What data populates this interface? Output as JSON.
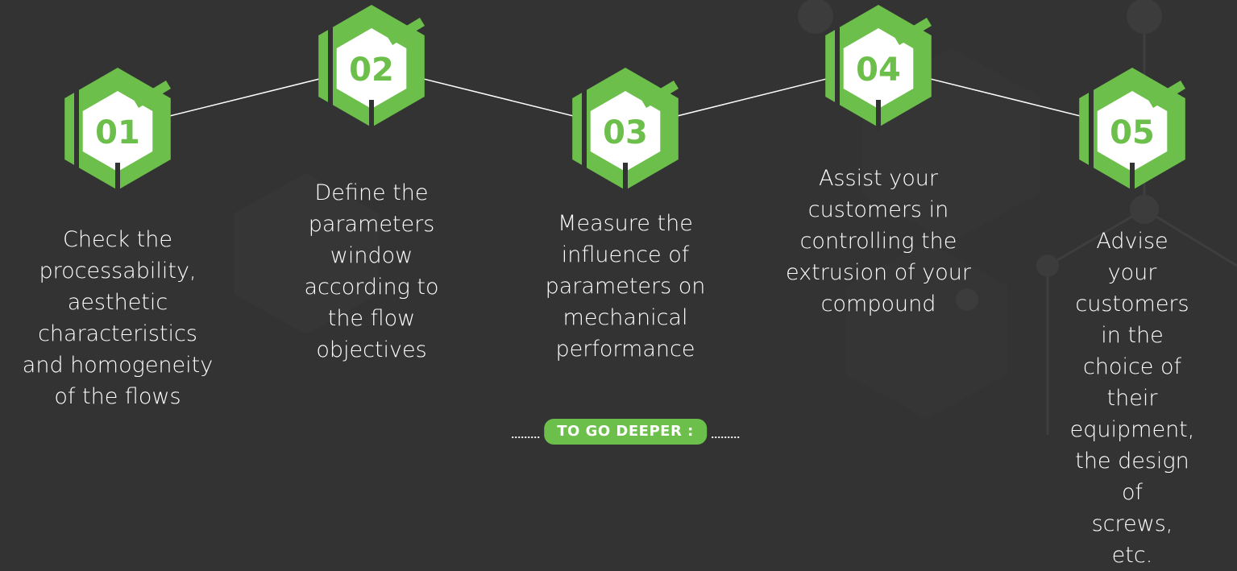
{
  "steps": [
    {
      "number": "01",
      "text": "Check the\nprocessability,\naesthetic\ncharacteristics\nand homogeneity\nof the flows"
    },
    {
      "number": "02",
      "text": "Define the\nparameters\nwindow\naccording to\nthe flow\nobjectives"
    },
    {
      "number": "03",
      "text": "Measure the\ninfluence of\nparameters on\nmechanical\nperformance"
    },
    {
      "number": "04",
      "text": "Assist your\ncustomers in\ncontrolling the\nextrusion of your\ncompound"
    },
    {
      "number": "05",
      "text": "Advise your\ncustomers in the\nchoice of their\nequipment,\nthe design of\nscrews, etc."
    }
  ],
  "footer": {
    "label": "TO GO DEEPER :"
  },
  "colors": {
    "accent": "#6cbf4a",
    "background": "#333333",
    "text": "#ffffff"
  }
}
